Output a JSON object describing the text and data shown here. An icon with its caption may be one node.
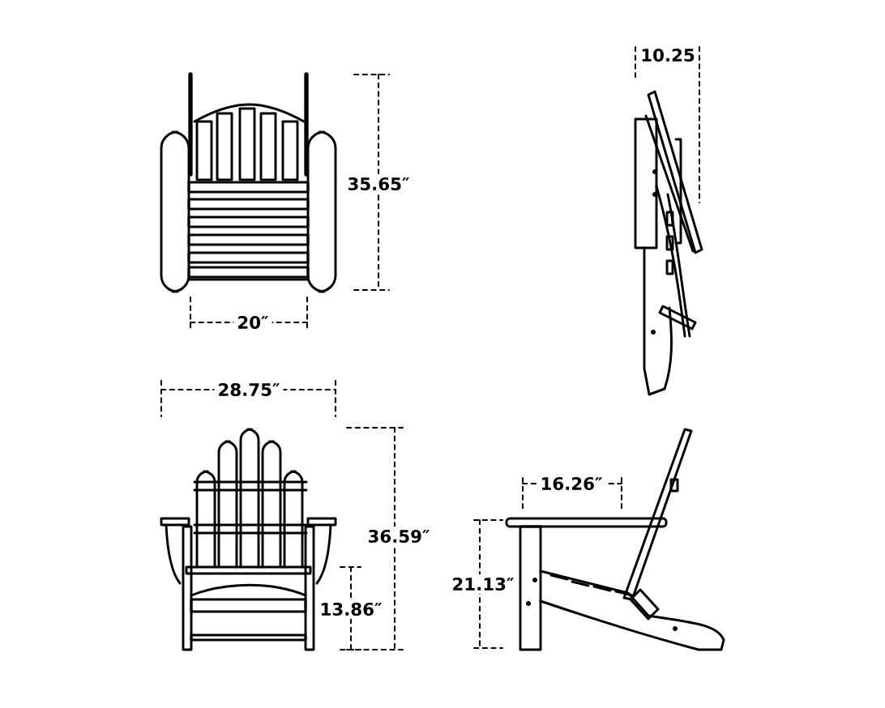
{
  "diagram": {
    "labels": [
      "10.25",
      "35.65″",
      "20″",
      "28.75″",
      "16.26″",
      "36.59″",
      "21.13″",
      "13.86″"
    ]
  }
}
